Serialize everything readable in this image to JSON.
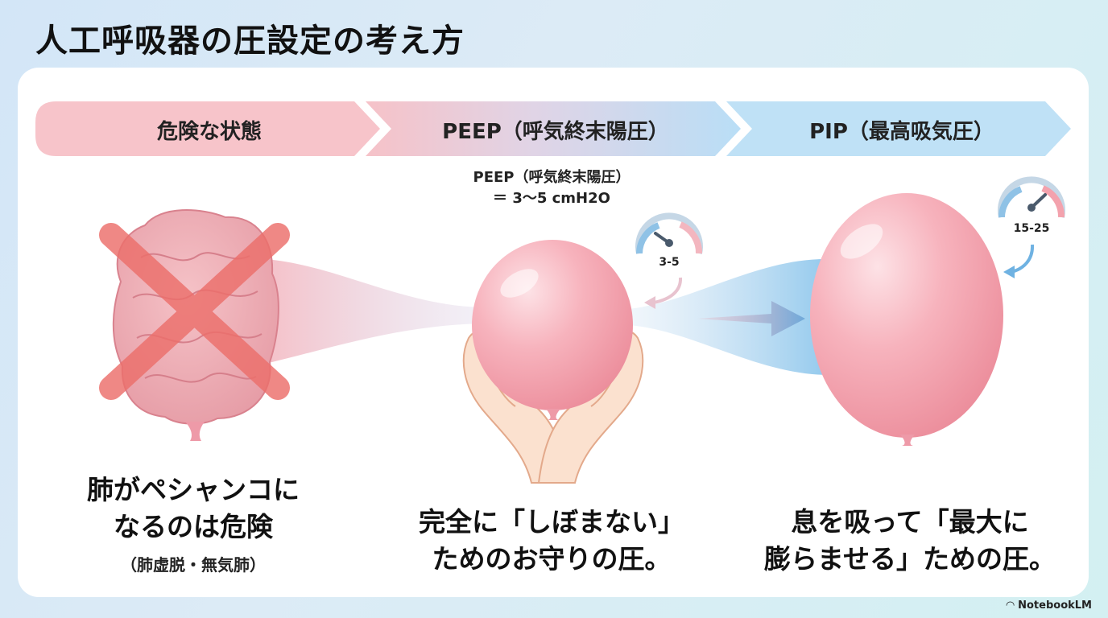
{
  "title": "人工呼吸器の圧設定の考え方",
  "headers": [
    "危険な状態",
    "PEEP（呼気終末陽圧）",
    "PIP（最高吸気圧）"
  ],
  "peep_label": {
    "line1": "PEEP（呼気終末陽圧）",
    "line2": "＝ 3〜5 cmH2O"
  },
  "gauges": {
    "peep_value": "3-5",
    "pip_value": "15-25"
  },
  "captions": {
    "danger_line1": "肺がペシャンコに",
    "danger_line2": "なるのは危険",
    "danger_sub": "（肺虚脱・無気肺）",
    "peep_line1": "完全に「しぼまない」",
    "peep_line2": "ためのお守りの圧。",
    "pip_line1": "息を吸って「最大に",
    "pip_line2": "膨らませる」ための圧。"
  },
  "brand": "NotebookLM",
  "icons": [
    "cross-mark-icon",
    "gauge-icon",
    "arrow-icon",
    "hands-icon",
    "balloon-icon",
    "notebooklm-logo-icon"
  ],
  "colors": {
    "danger": "#f4c5cb",
    "peep": "#dcd3e6",
    "pip": "#bfe0f5",
    "balloon": "#f5a7b3",
    "cross": "#ec6f6b"
  }
}
